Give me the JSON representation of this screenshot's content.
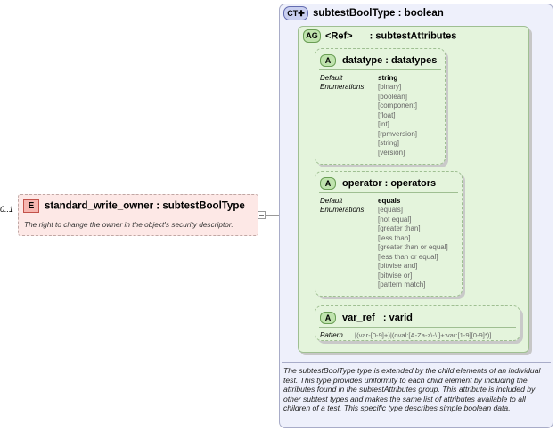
{
  "element": {
    "badge": "E",
    "name": "standard_write_owner",
    "separator": " : ",
    "type": "subtestBoolType",
    "occurrence": "0..1",
    "documentation": "The right to change the owner in the object's security descriptor."
  },
  "complex_type": {
    "badge": "CT",
    "name": "subtestBoolType",
    "separator": " : ",
    "base": "boolean",
    "documentation": "The subtestBoolType type is extended by the child elements of an individual test.  This type provides uniformity to each child element by including the attributes found in the subtestAttributes group.  This attribute is included by other subtest types and makes the same list of attributes available to all children of a test.  This specific type describes simple boolean data."
  },
  "attribute_group": {
    "badge": "AG",
    "ref": "<Ref>",
    "separator": " : ",
    "name": "subtestAttributes"
  },
  "attributes": [
    {
      "badge": "A",
      "name": "datatype",
      "separator": " : ",
      "type": "datatypes",
      "default_label": "Default",
      "default_value": "string",
      "enum_label": "Enumerations",
      "enumerations": [
        "[binary]",
        "[boolean]",
        "[component]",
        "[float]",
        "[int]",
        "[rpmversion]",
        "[string]",
        "[version]"
      ]
    },
    {
      "badge": "A",
      "name": "operator",
      "separator": " : ",
      "type": "operators",
      "default_label": "Default",
      "default_value": "equals",
      "enum_label": "Enumerations",
      "enumerations": [
        "[equals]",
        "[not equal]",
        "[greater than]",
        "[less than]",
        "[greater than or equal]",
        "[less than or equal]",
        "[bitwise and]",
        "[bitwise or]",
        "[pattern match]"
      ]
    },
    {
      "badge": "A",
      "name": "var_ref",
      "separator": "   : ",
      "type": "varid",
      "pattern_label": "Pattern",
      "pattern": "[(var-[0-9]+)|(oval:[A-Za-z\\-\\.]+:var:[1-9][0-9]*)]"
    }
  ],
  "colors": {
    "element_fill": "#fde8e6",
    "complex_type_fill": "#eef0fb",
    "attribute_fill": "#e4f4dc"
  }
}
